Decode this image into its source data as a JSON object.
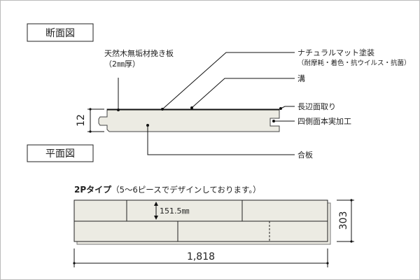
{
  "section_title": "断面図",
  "plan_title": "平面図",
  "section_labels": {
    "veneer": "天然木無垢材挽き板",
    "veneer_thickness": "（2㎜厚）",
    "finish": "ナチュラルマット塗装",
    "finish_detail": "（耐摩耗・着色・抗ウイルス・抗菌）",
    "groove": "溝",
    "chamfer": "長辺面取り",
    "tongue_groove": "四側面本実加工",
    "plywood": "合板",
    "thickness_dim": "12"
  },
  "plan": {
    "type_label": "2Pタイプ",
    "type_note": "（5〜6ピースでデザインしております。）",
    "piece_width": "151.5㎜",
    "width_dim": "303",
    "length_dim": "1,818"
  },
  "colors": {
    "board": "#ecebe3",
    "line": "#222222"
  }
}
